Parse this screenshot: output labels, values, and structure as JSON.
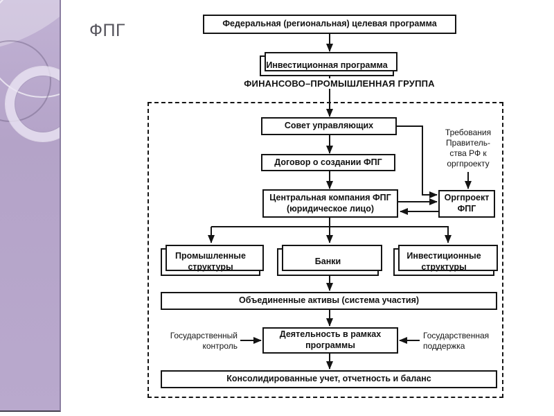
{
  "slide": {
    "title": "ФПГ",
    "colors": {
      "strip_base": "#b4a3c8",
      "strip_light": "#cdc3dd",
      "line": "#141414",
      "background": "#ffffff",
      "title_text": "#55545c"
    }
  },
  "diagram": {
    "federal_program": "Федеральная (региональная) целевая программа",
    "investment_program": "Инвестиционная программа",
    "group_label": "ФИНАНСОВО–ПРОМЫШЛЕННАЯ ГРУППА",
    "council": "Совет управляющих",
    "agreement": "Договор о создании ФПГ",
    "central_company_lines": [
      "Центральная компания ФПГ",
      "(юридическое лицо)"
    ],
    "org_project": "Оргпроект ФПГ",
    "requirements_lines": [
      "Требования",
      "Правитель-",
      "ства РФ к",
      "оргпроекту"
    ],
    "industrial_structures": "Промышленные структуры",
    "banks": "Банки",
    "investment_structures": "Инвестиционные структуры",
    "joint_assets": "Объединенные активы (система участия)",
    "activity": "Деятельность в рамках программы",
    "state_control": "Государственный контроль",
    "state_support": "Государственная поддержка",
    "consolidated": "Консолидированные учет, отчетность и баланс"
  }
}
